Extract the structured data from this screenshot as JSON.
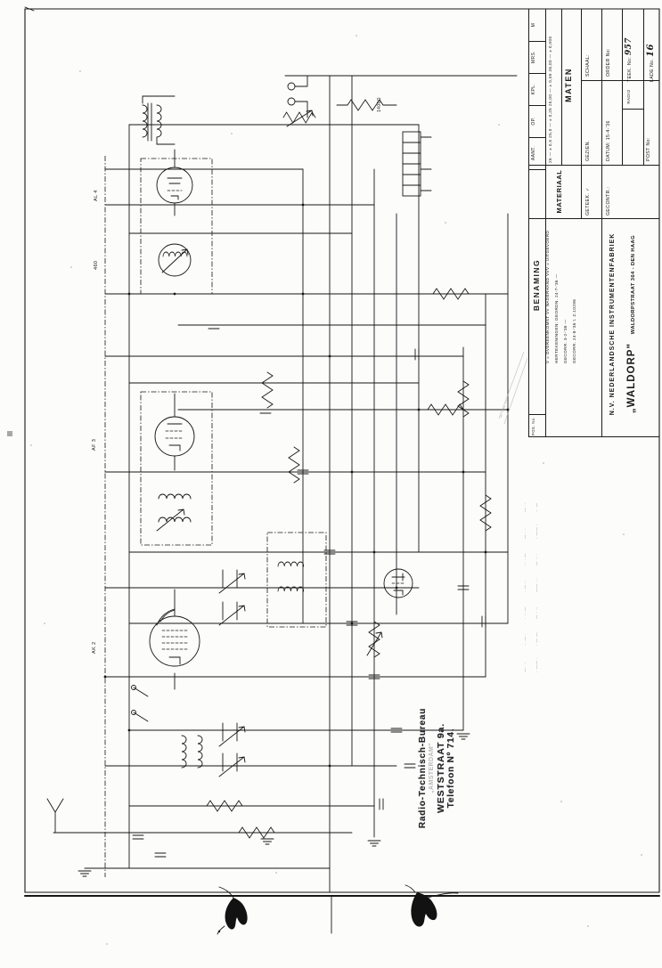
{
  "title_block": {
    "header_cells": [
      "M",
      "MRS.",
      "KPL.",
      "OP.",
      "AANT."
    ],
    "maten_label": "MATEN",
    "tolerances": "26 — ± 0,5   25,0 — ± 0,25   25,00 — ± 0,05   26,00 — ± 0,005",
    "materiaal_label": "MATERIAAL",
    "benaming_label": "BENAMING",
    "pos_no_label": "POS. No.",
    "schaal": "SCHAAL:",
    "gezien": "GEZIEN.",
    "geteek": "GETEEK. ✓",
    "order_no": "ORDER No:",
    "datum": "DATUM: 15-4-'36",
    "gecontr": "GECONTR.:",
    "teek_no_label": "TEEK. No:",
    "teek_no_value": "957",
    "radio_label": "RADIO",
    "lade_no_label": "LADE No.",
    "lade_no_value": "16",
    "post_no": "POST No:",
    "remarks": [
      "V = OVEREENKOMST   VV NADERHAND   VVV = UITGEVOERD",
      "HERTEKENINGEN: GEORDN. 24-7-'36 —",
      "GECORR. 3-2-'36 —",
      "GECORR. 24-8-'36 t. Z.10296"
    ],
    "company_line1": "N.V. NEDERLANDSCHE INSTRUMENTENFABRIEK",
    "company_name": "„WALDORP\"",
    "company_address": "WALDORPSTRAAT 364  -  DEN HAAG"
  },
  "stamp": {
    "line1": "Radio-Technisch-Bureau",
    "line2": "„AMSTERDAM\"",
    "line3": "WESTSTRAAT 9a.",
    "line4": "Telefoon Nº 714."
  },
  "schematic": {
    "tube_labels": [
      "AL 4",
      "460",
      "AF 3",
      "AK 2"
    ],
    "resistor_label": "1400Ω",
    "pencil_note": "– · – ·· –"
  },
  "pencil_list": {
    "rows": [
      "— ··",
      "·· —",
      "— · ·",
      "· —— ·",
      "·· · —",
      "— ·· ·",
      "· — ··",
      "—— · ·",
      "· ·· —",
      "— · ··",
      "·· — ·",
      "· — —",
      "—· ··",
      "· —— ·"
    ]
  }
}
